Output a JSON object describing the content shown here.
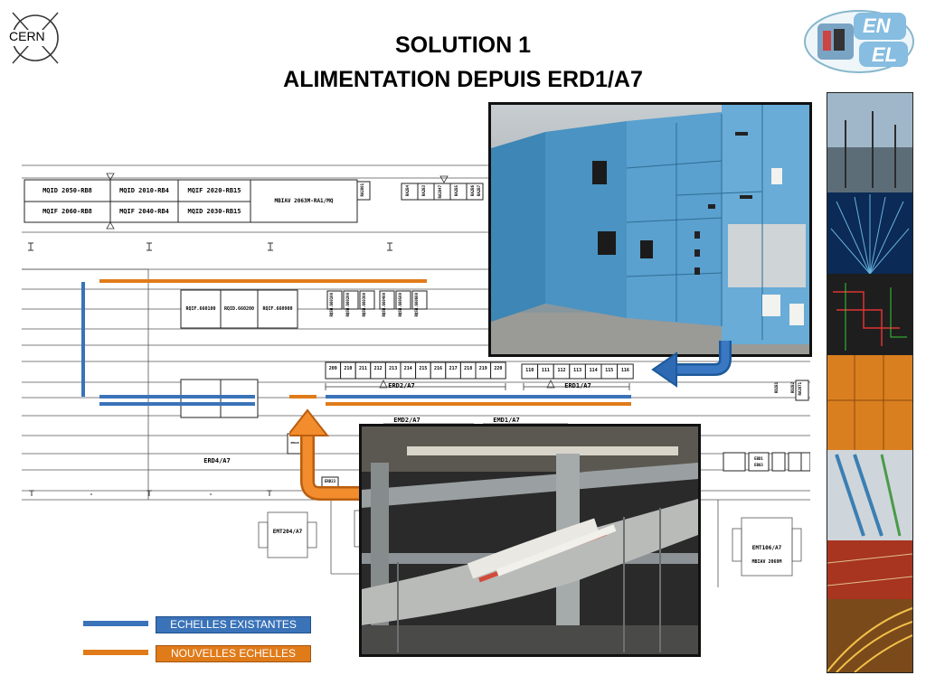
{
  "header": {
    "title_line1": "SOLUTION 1",
    "title_line2": "ALIMENTATION DEPUIS ERD1/A7",
    "left_logo_text": "CERN",
    "right_logo_text_top": "EN",
    "right_logo_text_bottom": "EL"
  },
  "diagram": {
    "top_boxes": [
      "MQID 2050-RB8",
      "MQIF 2060-RB8",
      "MQID 2010-RB4",
      "MQIF 2040-RB4",
      "MQIF 2020-RB15",
      "MQID 2030-RB15",
      "MBIAV 2063M-RA1/MQ",
      "RA2801"
    ],
    "small_top_labels": [
      "RA2B4",
      "RA2B3",
      "RA2847",
      "RA2B5",
      "RA2B6",
      "RA2B7"
    ],
    "mid_boxes": [
      "RQIF.660100",
      "RQID.660200",
      "RQIF.660900"
    ],
    "mid_small_boxes": [
      "RQSW.660100",
      "RQSW.660200",
      "RQSW.660300",
      "RQSW.660400",
      "RQSW.660500",
      "RQSW.660600"
    ],
    "erd2_cells": [
      "209",
      "210",
      "211",
      "212",
      "213",
      "214",
      "215",
      "216",
      "217",
      "218",
      "219",
      "220"
    ],
    "erd1_cells": [
      "110",
      "111",
      "112",
      "113",
      "114",
      "115",
      "116"
    ],
    "erd2_label": "ERD2/A7",
    "erd1_label": "ERD1/A7",
    "emd2_label": "EMD2/A7",
    "emd1_label": "EMD1/A7",
    "erd4_label": "ERD4/A7",
    "emt204_label": "EMT204/A7",
    "emt106_label": "EMT106/A7",
    "emt106_sub": "MBIAV 2069M",
    "right_small_boxes": [
      "RA2871",
      "RD2B1",
      "RD2B2"
    ],
    "misc_labels": [
      "EMD2B",
      "ERD23",
      "EBD1",
      "EB03"
    ]
  },
  "legend": {
    "existing_label": "ECHELLES EXISTANTES",
    "new_label": "NOUVELLES ECHELLES",
    "existing_color": "#3a73b8",
    "new_color": "#e07b1a"
  }
}
